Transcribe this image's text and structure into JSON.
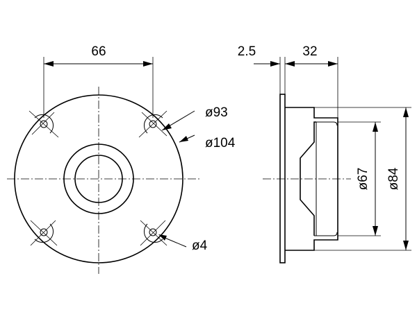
{
  "front_view": {
    "bolt_spacing": "66",
    "inner_diameter": "ø93",
    "outer_diameter": "ø104",
    "hole_diameter": "ø4"
  },
  "side_view": {
    "flange_thickness": "2.5",
    "depth": "32",
    "dome_diameter": "ø67",
    "body_diameter": "ø84"
  },
  "colors": {
    "line": "#000000",
    "background": "#ffffff"
  }
}
